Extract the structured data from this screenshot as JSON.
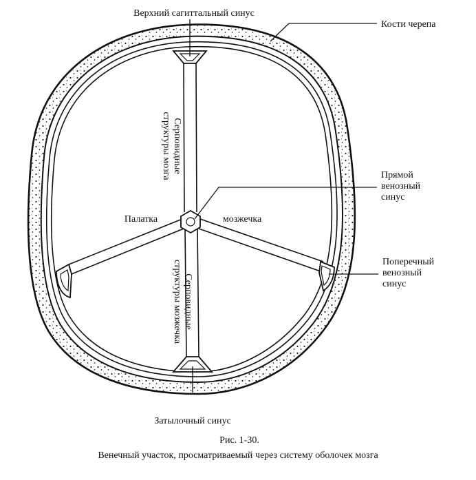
{
  "diagram": {
    "labels": {
      "superior_sagittal_sinus": "Верхний сагиттальный синус",
      "skull_bones": "Кости черепа",
      "falx_cerebri_line1": "Серповидные",
      "falx_cerebri_line2": "структуры мозга",
      "straight_sinus_line1": "Прямой",
      "straight_sinus_line2": "венозный",
      "straight_sinus_line3": "синус",
      "tentorium_left": "Палатка",
      "tentorium_right": "мозжечка",
      "falx_cerebelli_line1": "Серповидные",
      "falx_cerebelli_line2": "структуры мозжечка",
      "transverse_sinus_line1": "Поперечный",
      "transverse_sinus_line2": "венозный",
      "transverse_sinus_line3": "синус",
      "occipital_sinus": "Затылочный синус"
    },
    "caption": {
      "figure_number": "Рис. 1-30.",
      "text": "Венечный участок, просматриваемый через систему оболочек мозга"
    }
  }
}
